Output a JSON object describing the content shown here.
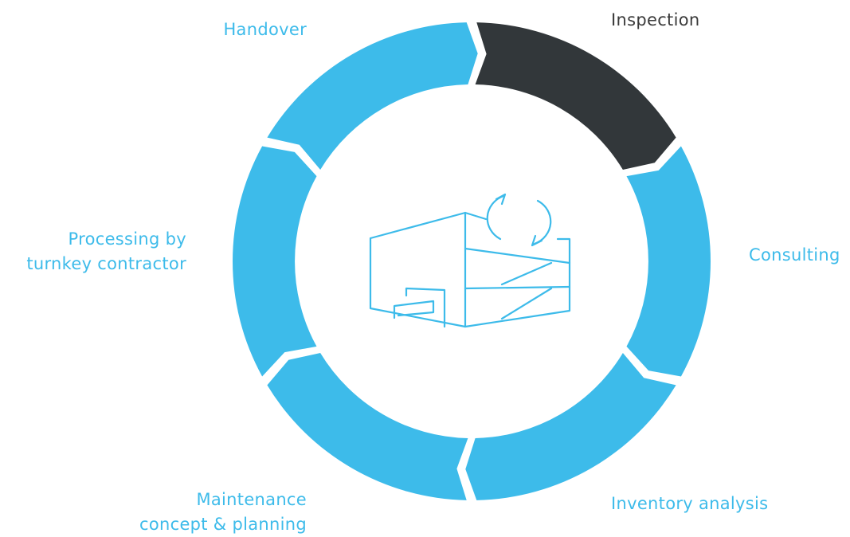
{
  "colors": {
    "active": "#32373a",
    "inactive": "#3dbbea",
    "active_text": "#3a3a3a",
    "inactive_text": "#3dbbea",
    "icon_stroke": "#3dbbea"
  },
  "stages": [
    {
      "label": "Inspection",
      "state": "active"
    },
    {
      "label": "Consulting",
      "state": "inactive"
    },
    {
      "label": "Inventory analysis",
      "state": "inactive"
    },
    {
      "label_lines": [
        "Maintenance",
        "concept & planning"
      ],
      "state": "inactive"
    },
    {
      "label_lines": [
        "Processing by",
        "turnkey contractor"
      ],
      "state": "inactive"
    },
    {
      "label": "Handover",
      "state": "inactive"
    }
  ],
  "center_icon": "building-refresh-icon"
}
